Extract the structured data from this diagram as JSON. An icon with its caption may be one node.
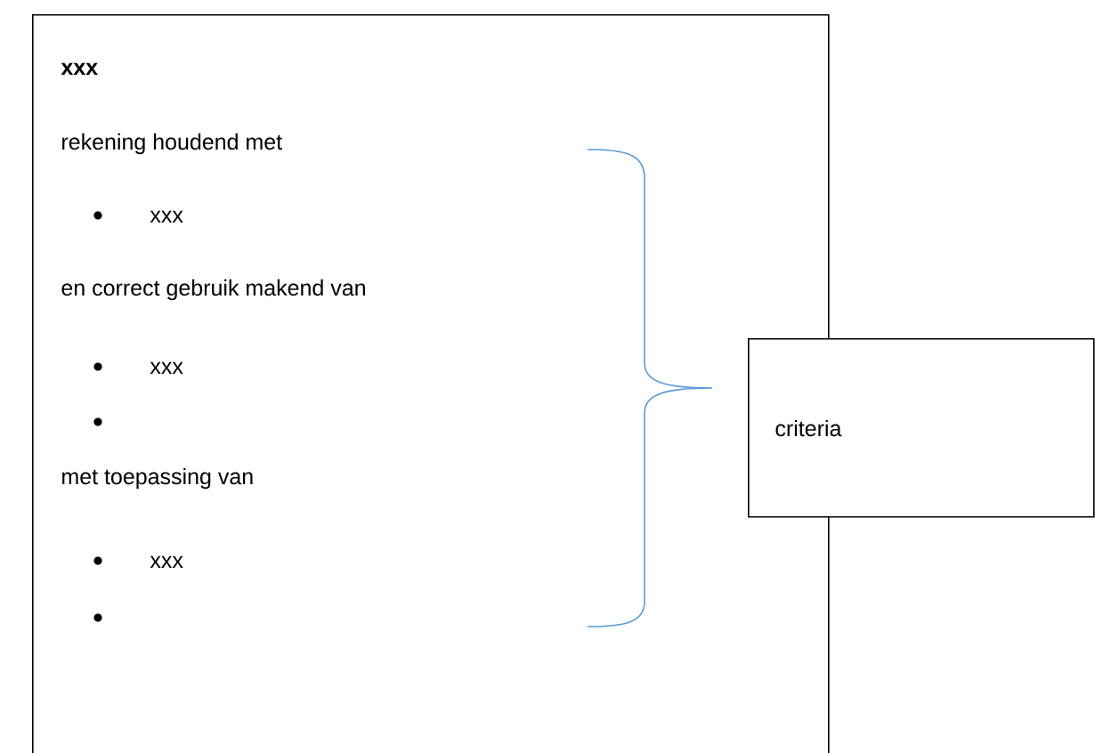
{
  "diagram": {
    "nodes": [
      {
        "text": [
          "xxx",
          "rekening houdend met",
          "xxx",
          "en correct gebruik makend van",
          "xxx",
          "met toepassing van",
          "xxx"
        ]
      },
      {
        "text": [
          "criteria"
        ]
      }
    ]
  }
}
